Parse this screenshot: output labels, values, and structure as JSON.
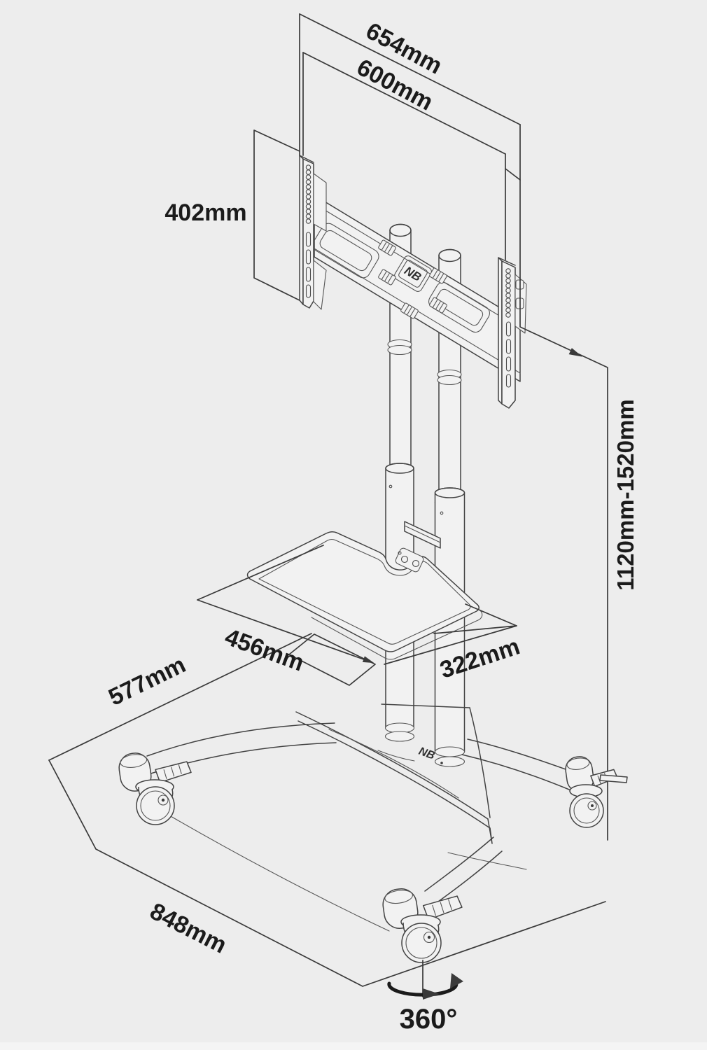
{
  "meta": {
    "background_color": "#ededed",
    "line_color": "#424242",
    "dimension_line_color": "#3a3a3a",
    "label_text_color": "#1b1b1b",
    "diagram_subject": "mobile TV stand trolley dimension drawing"
  },
  "labels": {
    "bracket_outer_width": {
      "text": "654mm"
    },
    "bracket_inner_width": {
      "text": "600mm"
    },
    "vesa_height": {
      "text": "402mm"
    },
    "height_range": {
      "text": "1120mm-1520mm"
    },
    "shelf_depth": {
      "text": "456mm"
    },
    "shelf_width": {
      "text": "322mm"
    },
    "base_depth": {
      "text": "577mm"
    },
    "base_width": {
      "text": "848mm"
    },
    "caster_swivel": {
      "text": "360°"
    },
    "brand_bracket": {
      "text": "NB"
    },
    "brand_base": {
      "text": "NB"
    }
  }
}
